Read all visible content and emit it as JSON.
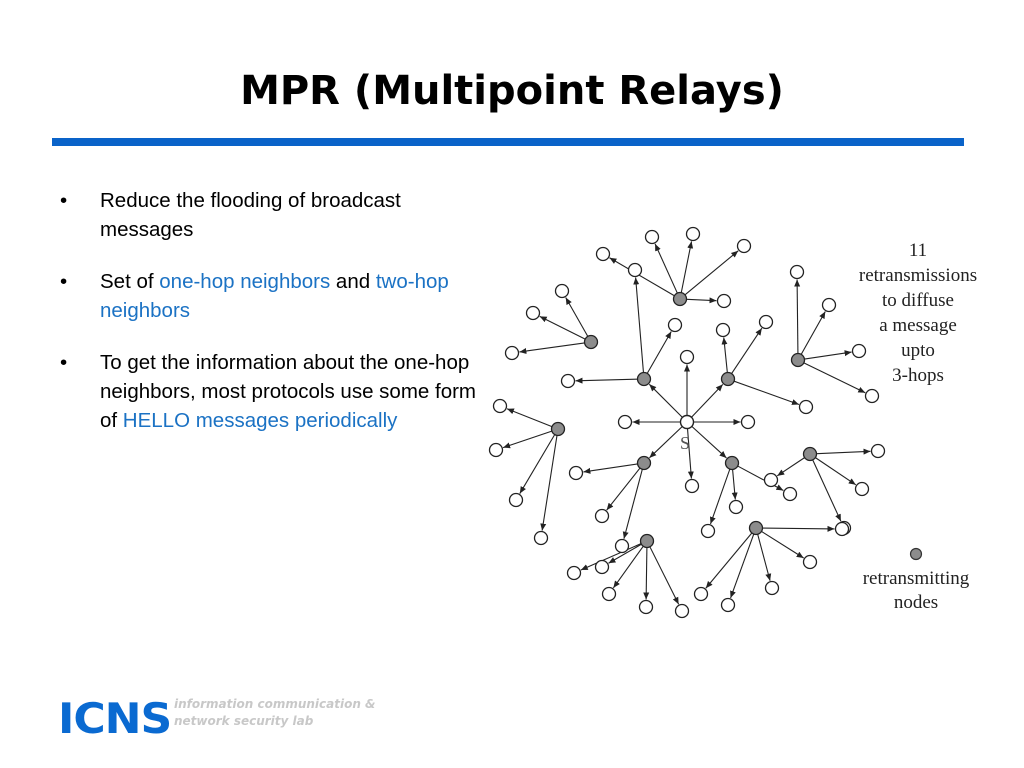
{
  "slide": {
    "title": "MPR (Multipoint Relays)",
    "bullets": [
      {
        "parts": [
          "Reduce the flooding of broadcast messages"
        ]
      },
      {
        "parts": [
          "Set of ",
          "one-hop neighbors",
          " and ",
          "two-hop neighbors"
        ]
      },
      {
        "parts": [
          "To get the information about the one-hop neighbors, most protocols use some form of ",
          "HELLO messages periodically"
        ]
      }
    ],
    "bullet_glyph": "•",
    "highlight_color": "#1b72c4"
  },
  "diagram": {
    "source_label": "S",
    "caption_lines": [
      "11",
      "retransmissions",
      "to diffuse",
      "a message",
      "upto",
      "3-hops"
    ],
    "legend_lines": [
      "retransmitting",
      "nodes"
    ],
    "retransmitting_color": "#8c8c8c",
    "retransmission_count": 11
  },
  "logo": {
    "mark": "ICNS",
    "lines": [
      "information communication &",
      "network security lab"
    ]
  }
}
